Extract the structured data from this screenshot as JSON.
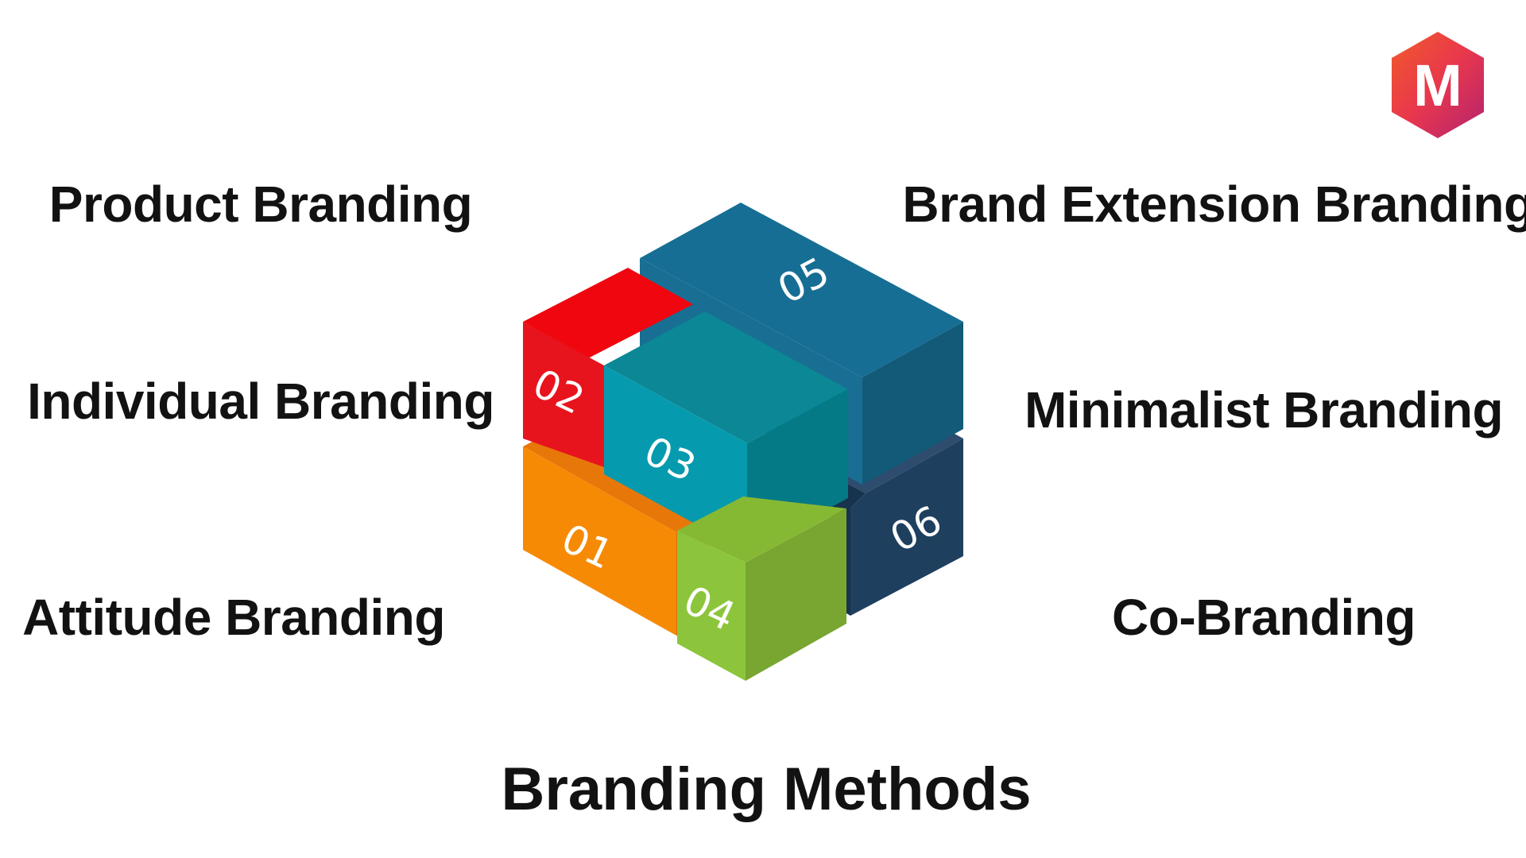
{
  "title": "Branding Methods",
  "logo": {
    "letter": "M",
    "colors": [
      "#e8374d",
      "#c02a6b",
      "#f25a2a"
    ]
  },
  "methods": [
    {
      "number": "01",
      "label": "Attitude Branding",
      "color": "#f78a05"
    },
    {
      "number": "02",
      "label": "Individual Branding",
      "color": "#e8141d"
    },
    {
      "number": "03",
      "label": "Product Branding",
      "color": "#069aae"
    },
    {
      "number": "04",
      "label": "Co-Branding",
      "color": "#8cc53c"
    },
    {
      "number": "05",
      "label": "Brand Extension Branding",
      "color": "#166e94"
    },
    {
      "number": "06",
      "label": "Minimalist Branding",
      "color": "#1f3f5f"
    }
  ],
  "labels": {
    "product": "Product Branding",
    "individual": "Individual Branding",
    "attitude": "Attitude Branding",
    "brand_extension": "Brand Extension Branding",
    "minimalist": "Minimalist Branding",
    "co_branding": "Co-Branding"
  },
  "numbers": {
    "n01": "01",
    "n02": "02",
    "n03": "03",
    "n04": "04",
    "n05": "05",
    "n06": "06"
  }
}
